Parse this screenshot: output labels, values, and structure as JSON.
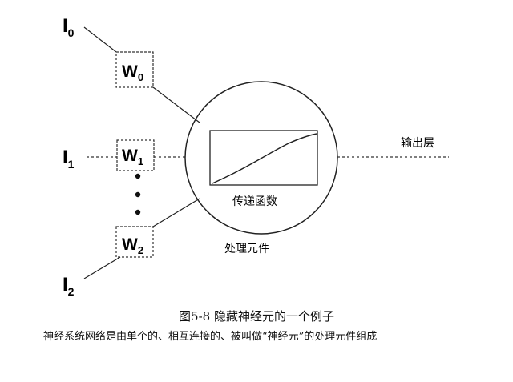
{
  "inputs": {
    "i0": {
      "base": "I",
      "sub": "0"
    },
    "i1": {
      "base": "I",
      "sub": "1"
    },
    "i2": {
      "base": "I",
      "sub": "2"
    }
  },
  "weights": {
    "w0": {
      "base": "W",
      "sub": "0"
    },
    "w1": {
      "base": "W",
      "sub": "1"
    },
    "w2": {
      "base": "W",
      "sub": "2"
    }
  },
  "labels": {
    "transfer_function": "传递函数",
    "processing_element": "处理元件",
    "output_layer": "输出层"
  },
  "caption": "图5-8  隐藏神经元的一个例子",
  "description": "神经系统网络是由单个的、相互连接的、被叫做“神经元”的处理元件组成"
}
